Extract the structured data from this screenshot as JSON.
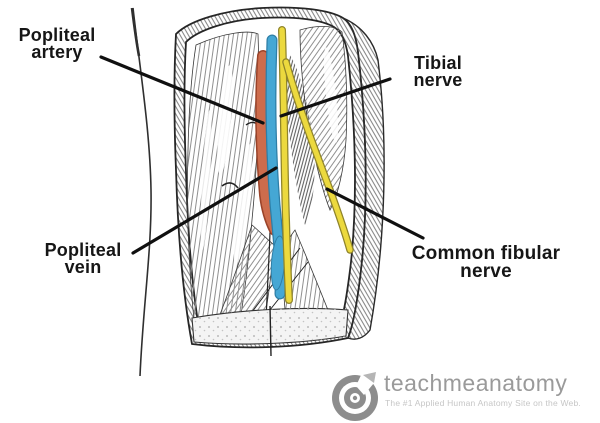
{
  "figure": {
    "labels": [
      {
        "id": "popliteal-artery",
        "line1": "Popliteal",
        "line2": "artery"
      },
      {
        "id": "tibial-nerve",
        "line1": "Tibial",
        "line2": "nerve"
      },
      {
        "id": "popliteal-vein",
        "line1": "Popliteal",
        "line2": "vein"
      },
      {
        "id": "common-fibular-nerve",
        "line1": "Common fibular",
        "line2": "nerve"
      }
    ],
    "structure_colors": {
      "artery": "#cd6c4c",
      "vein": "#45a7d4",
      "nerve": "#ecd93e",
      "leader_line": "#101010"
    }
  },
  "watermark": {
    "logo_icon": "concentric-circles-logo",
    "name": "teachmeanatomy",
    "tagline": "The #1 Applied Human Anatomy Site on the Web.",
    "name_color": "#9a9a9a",
    "tagline_color": "#c6c6c6"
  }
}
